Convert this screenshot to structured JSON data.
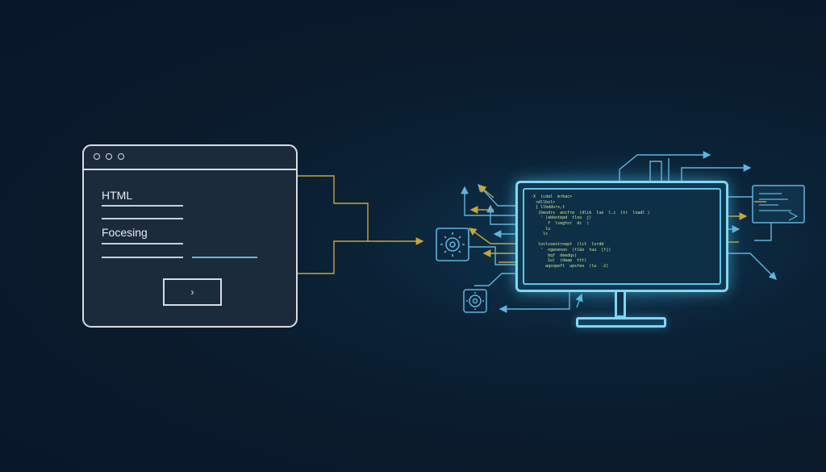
{
  "form": {
    "field1_label": "HTML",
    "field2_label": "Focesing",
    "button_glyph": "›"
  },
  "code_lines": [
    "·X  (cdal  mrkac>",
    "  <dllbol>",
    "  { llbddvrs,t",
    "   (beodrs  ancfre  (dlik  lue  l.c  ltr  loadl )",
    "    ' (abbotepd  tlou  j)",
    "       f  lsegtor  dc  )",
    "      lu",
    "     ls",
    "",
    "   lovlosestroept  (lit  lordd",
    "    '  ngenenon  (tl&o  tuu  [t])",
    "       bqf  deedqs)",
    "       1u)  (daap  ttt)",
    "      aqcopefl  upsfeo  (lu  -2)"
  ],
  "colors": {
    "background": "#0a1a2b",
    "form_stroke": "#d8dde3",
    "connector_gold": "#c9a43a",
    "connector_blue": "#5fb4e0",
    "screen_glow": "#7fd8f5",
    "code_text": "#d6e69a"
  },
  "icons": [
    "gear-chip-icon",
    "gear-icon",
    "document-icon",
    "arrow-icon"
  ]
}
